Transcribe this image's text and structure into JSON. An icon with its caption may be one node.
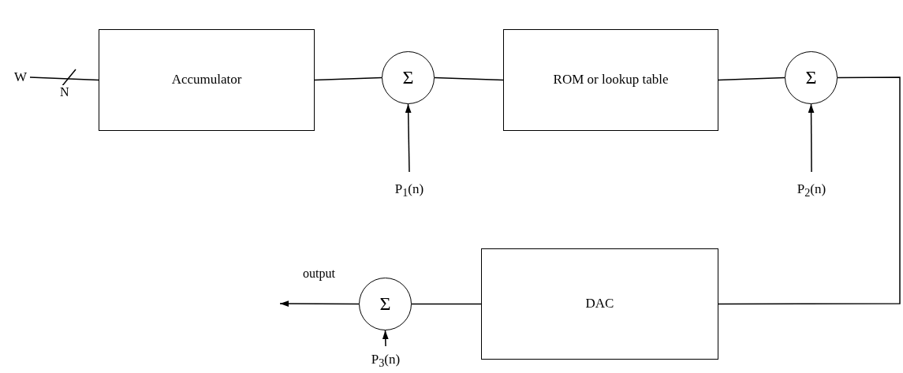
{
  "diagram": {
    "nodes": [
      {
        "text": [
          "W"
        ]
      },
      {
        "text": [
          "Accumulator"
        ]
      },
      {
        "text": [
          "Σ"
        ]
      },
      {
        "text": [
          "P$_{1}$(n)"
        ]
      },
      {
        "text": [
          "ROM or lookup table"
        ]
      },
      {
        "text": [
          "Σ"
        ]
      },
      {
        "text": [
          "P$_{2}$(n)"
        ]
      },
      {
        "text": [
          "DAC"
        ]
      },
      {
        "text": [
          "Σ"
        ]
      },
      {
        "text": [
          "P$_{3}$(n)"
        ]
      }
    ],
    "edges": [
      {
        "from": 0,
        "to": 1,
        "arrow": "none",
        "label": "N"
      },
      {
        "from": 1,
        "to": 2,
        "arrow": "none"
      },
      {
        "from": 3,
        "to": 2,
        "arrow": "to"
      },
      {
        "from": 2,
        "to": 4,
        "arrow": "none"
      },
      {
        "from": 4,
        "to": 5,
        "arrow": "none"
      },
      {
        "from": 6,
        "to": 5,
        "arrow": "to"
      },
      {
        "from": 5,
        "to": 7,
        "arrow": "none"
      },
      {
        "from": 7,
        "to": 8,
        "arrow": "none"
      },
      {
        "from": 9,
        "to": 8,
        "arrow": "to"
      },
      {
        "from": 8,
        "to": null,
        "arrow": "to",
        "label": "output"
      }
    ]
  }
}
